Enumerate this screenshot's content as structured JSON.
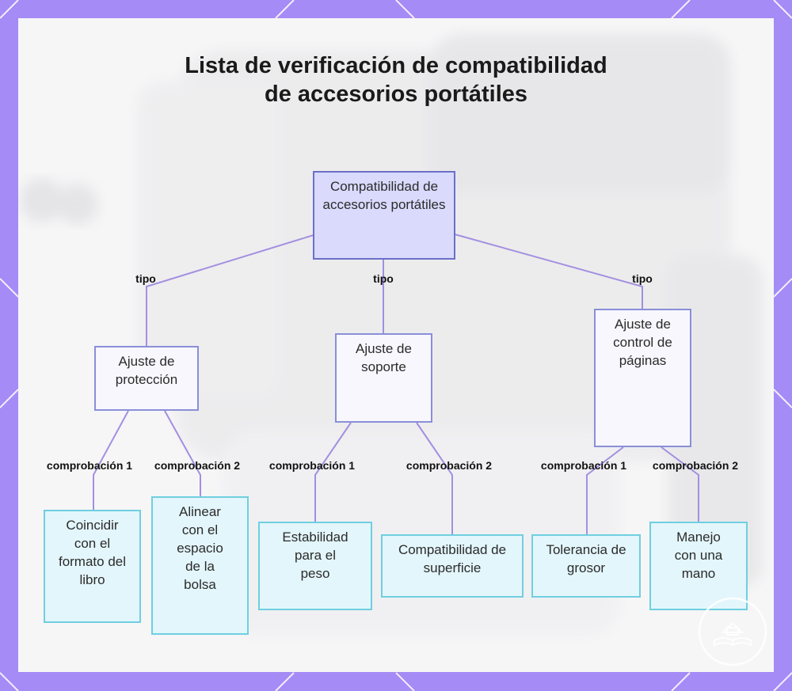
{
  "title": "Lista de verificación de compatibilidad de accesorios portátiles",
  "colors": {
    "frame": "#a48bf5",
    "connector": "#a38fe0",
    "root_fill": "#d9dafc",
    "root_border": "#6c6fc8",
    "category_fill": "#f7f7fd",
    "category_border": "#8a8fd8",
    "leaf_fill": "#e3f6fb",
    "leaf_border": "#6fcfe0"
  },
  "root": {
    "label": "Compatibilidad de accesorios portátiles"
  },
  "categories": [
    {
      "edge_label": "tipo",
      "label": "Ajuste de protección",
      "checks": [
        {
          "edge_label": "comprobación 1",
          "label": "Coincidir con el formato del libro"
        },
        {
          "edge_label": "comprobación 2",
          "label": "Alinear con el espacio de la bolsa"
        }
      ]
    },
    {
      "edge_label": "tipo",
      "label": "Ajuste de soporte",
      "checks": [
        {
          "edge_label": "comprobación 1",
          "label": "Estabilidad para el peso"
        },
        {
          "edge_label": "comprobación 2",
          "label": "Compatibilidad de superficie"
        }
      ]
    },
    {
      "edge_label": "tipo",
      "label": "Ajuste de control de páginas",
      "checks": [
        {
          "edge_label": "comprobación 1",
          "label": "Tolerancia de grosor"
        },
        {
          "edge_label": "comprobación 2",
          "label": "Manejo con una mano"
        }
      ]
    }
  ],
  "badge_icon": "book-emblem-icon"
}
